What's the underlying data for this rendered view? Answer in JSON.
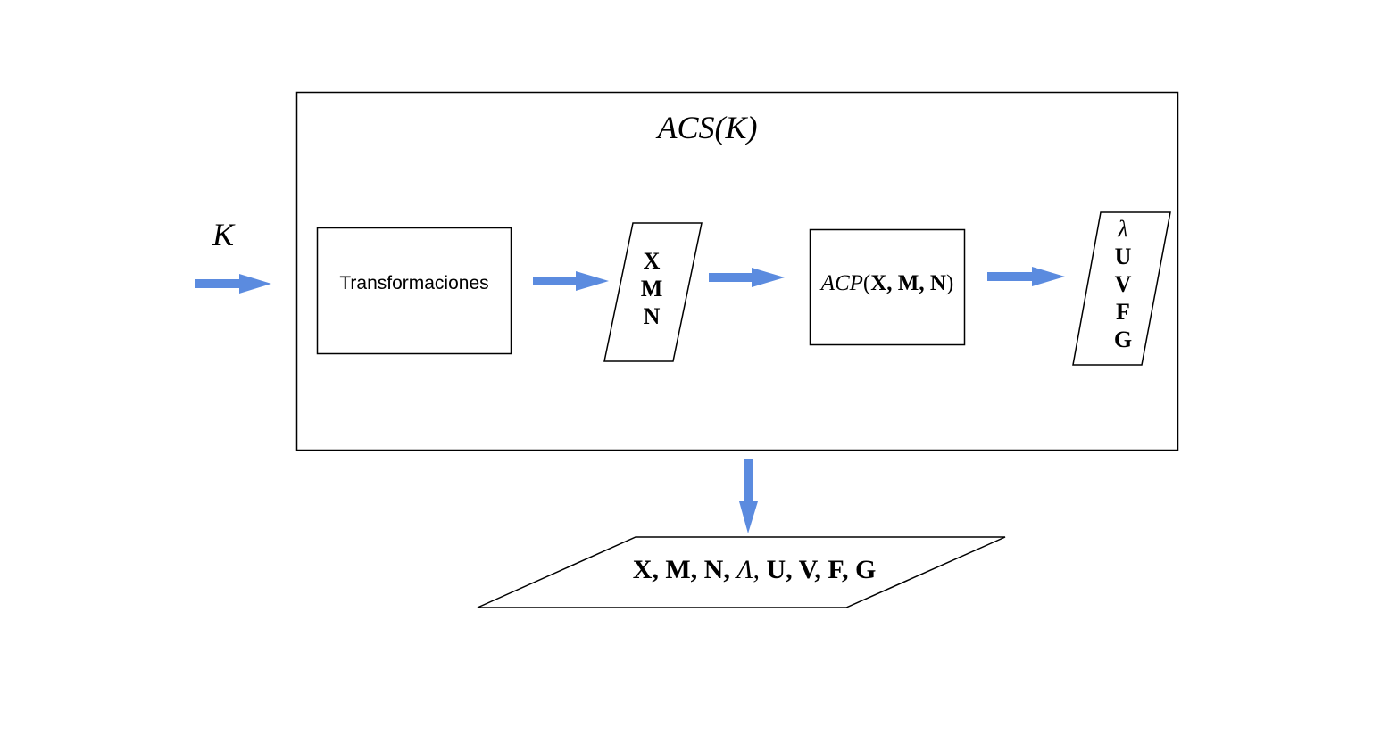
{
  "colors": {
    "arrow": "#5b8bdf",
    "stroke": "#000000",
    "background": "#ffffff"
  },
  "outer_box": {
    "title": "ACS(K)"
  },
  "input": {
    "label": "K"
  },
  "transform_box": {
    "label": "Transformaciones"
  },
  "data_stack": {
    "items": [
      "X",
      "M",
      "N"
    ]
  },
  "acp_box": {
    "prefix": "ACP",
    "open": "(",
    "args": "X, M, N",
    "close": ")"
  },
  "output_stack": {
    "items": [
      "λ",
      "U",
      "V",
      "F",
      "G"
    ]
  },
  "result": {
    "part1": "X, M, N,",
    "part2": "Λ,",
    "part3": "U,  V, F, G"
  }
}
